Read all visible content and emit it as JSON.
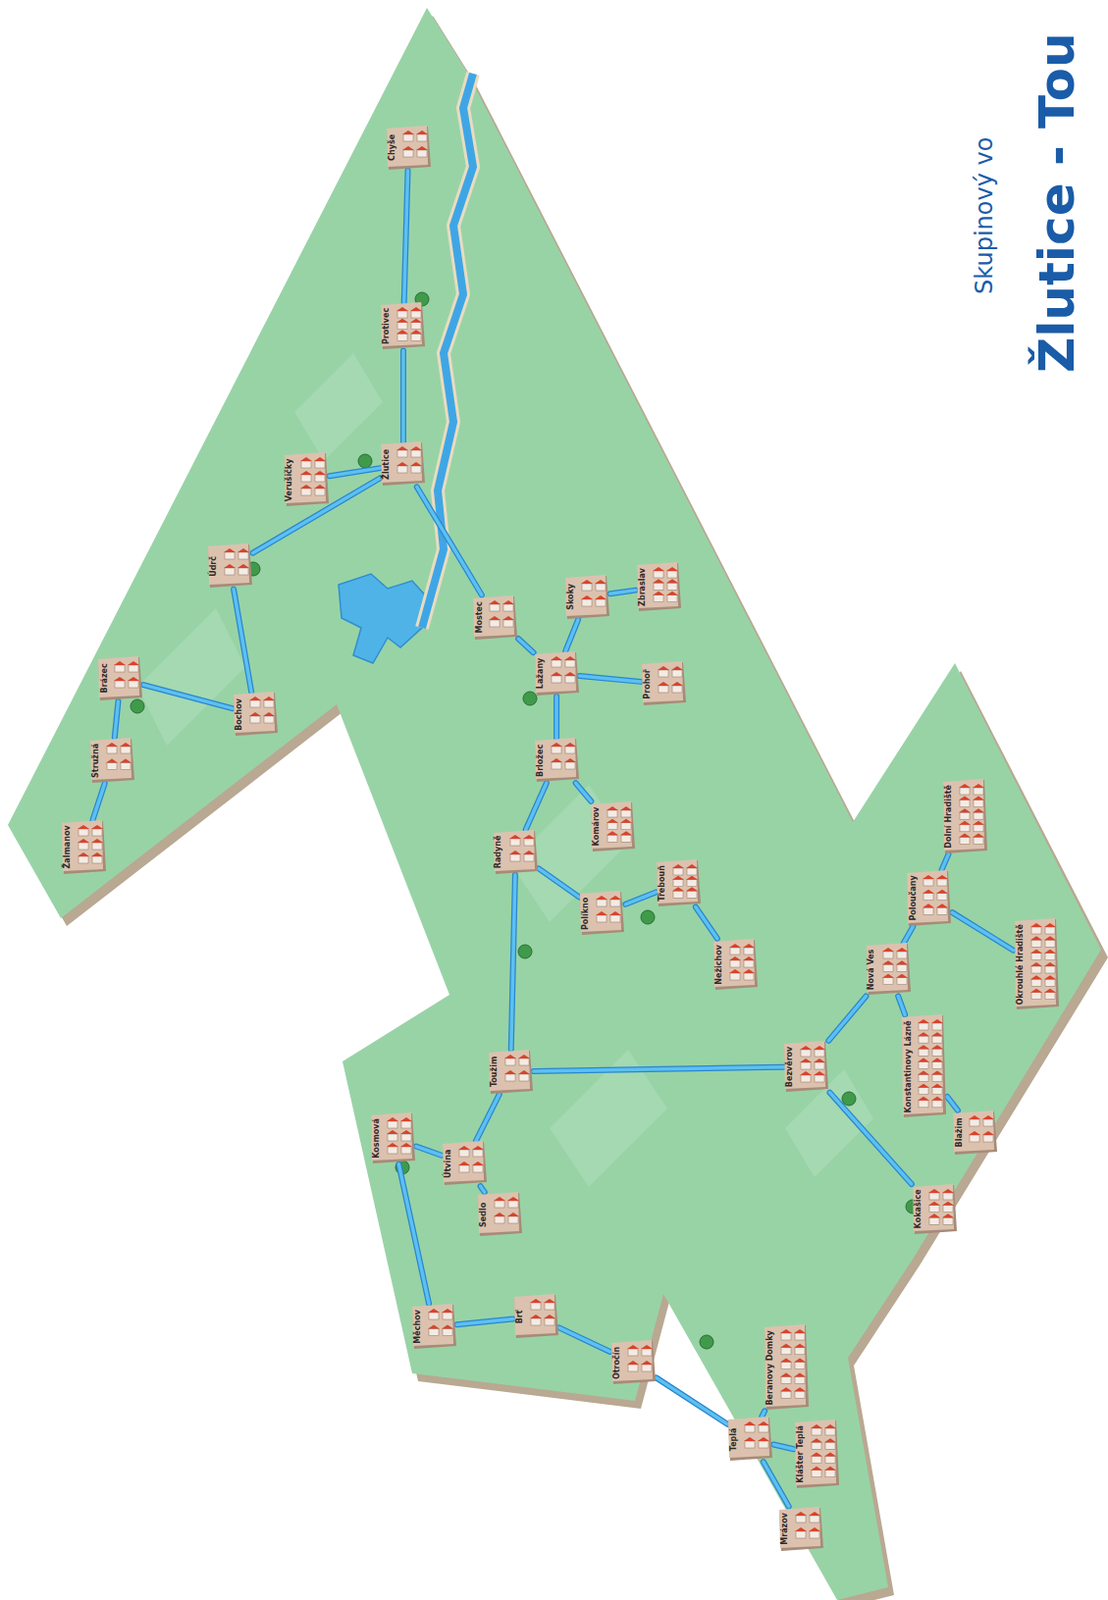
{
  "diagram": {
    "title": "Žlutice - Tou",
    "nodes": [
      {
        "text": [
          "Žalmanov"
        ]
      },
      {
        "text": [
          "Stružná"
        ]
      },
      {
        "text": [
          "Brázec"
        ]
      },
      {
        "text": [
          "Bochov"
        ]
      },
      {
        "text": [
          "Údrč"
        ]
      },
      {
        "text": [
          "Verušičky"
        ]
      },
      {
        "text": [
          "Žlutice"
        ]
      },
      {
        "text": [
          "Protivec"
        ]
      },
      {
        "text": [
          "Chyše"
        ]
      },
      {
        "text": [
          "Mostec"
        ]
      },
      {
        "text": [
          "Lažany"
        ]
      },
      {
        "text": [
          "Skoky"
        ]
      },
      {
        "text": [
          "Zbraslav"
        ]
      },
      {
        "text": [
          "Prohoř"
        ]
      },
      {
        "text": [
          "Brložec"
        ]
      },
      {
        "text": [
          "Radyně"
        ]
      },
      {
        "text": [
          "Komárov"
        ]
      },
      {
        "text": [
          "Políkno"
        ]
      },
      {
        "text": [
          "Třebouň"
        ]
      },
      {
        "text": [
          "Nežichov"
        ]
      },
      {
        "text": [
          "Toužim"
        ]
      },
      {
        "text": [
          "Kosmová"
        ]
      },
      {
        "text": [
          "Útvina"
        ]
      },
      {
        "text": [
          "Sedlo"
        ]
      },
      {
        "text": [
          "Měchov"
        ]
      },
      {
        "text": [
          "Brť"
        ]
      },
      {
        "text": [
          "Otročín"
        ]
      },
      {
        "text": [
          "Beranovy Domky"
        ]
      },
      {
        "text": [
          "Teplá"
        ]
      },
      {
        "text": [
          "Klášter Teplá"
        ]
      },
      {
        "text": [
          "Mrázov"
        ]
      },
      {
        "text": [
          "Bezvěrov"
        ]
      },
      {
        "text": [
          "Nová Ves"
        ]
      },
      {
        "text": [
          "Poloučany"
        ]
      },
      {
        "text": [
          "Dolní Hradiště"
        ]
      },
      {
        "text": [
          "Konstantinovy Lázně"
        ]
      },
      {
        "text": [
          "Blažim"
        ]
      },
      {
        "text": [
          "Okrouhlé Hradiště"
        ]
      },
      {
        "text": [
          "Kokašice"
        ]
      }
    ],
    "edges": [
      {
        "from": 6,
        "to": 5,
        "arrow": "none"
      },
      {
        "from": 6,
        "to": 7,
        "arrow": "none"
      },
      {
        "from": 7,
        "to": 8,
        "arrow": "none"
      },
      {
        "from": 6,
        "to": 4,
        "arrow": "none"
      },
      {
        "from": 4,
        "to": 3,
        "arrow": "none"
      },
      {
        "from": 3,
        "to": 2,
        "arrow": "none"
      },
      {
        "from": 2,
        "to": 1,
        "arrow": "none"
      },
      {
        "from": 1,
        "to": 0,
        "arrow": "none"
      },
      {
        "from": 6,
        "to": 9,
        "arrow": "none"
      },
      {
        "from": 9,
        "to": 10,
        "arrow": "none"
      },
      {
        "from": 10,
        "to": 11,
        "arrow": "none"
      },
      {
        "from": 11,
        "to": 12,
        "arrow": "none"
      },
      {
        "from": 10,
        "to": 13,
        "arrow": "none"
      },
      {
        "from": 10,
        "to": 14,
        "arrow": "none"
      },
      {
        "from": 14,
        "to": 15,
        "arrow": "none"
      },
      {
        "from": 14,
        "to": 16,
        "arrow": "none"
      },
      {
        "from": 15,
        "to": 20,
        "arrow": "none"
      },
      {
        "from": 15,
        "to": 17,
        "arrow": "none"
      },
      {
        "from": 17,
        "to": 18,
        "arrow": "none"
      },
      {
        "from": 18,
        "to": 19,
        "arrow": "none"
      },
      {
        "from": 20,
        "to": 22,
        "arrow": "none"
      },
      {
        "from": 22,
        "to": 21,
        "arrow": "none"
      },
      {
        "from": 22,
        "to": 23,
        "arrow": "none"
      },
      {
        "from": 21,
        "to": 24,
        "arrow": "none"
      },
      {
        "from": 24,
        "to": 25,
        "arrow": "none"
      },
      {
        "from": 25,
        "to": 26,
        "arrow": "none"
      },
      {
        "from": 26,
        "to": 28,
        "arrow": "none"
      },
      {
        "from": 28,
        "to": 27,
        "arrow": "none"
      },
      {
        "from": 28,
        "to": 29,
        "arrow": "none"
      },
      {
        "from": 28,
        "to": 30,
        "arrow": "none"
      },
      {
        "from": 20,
        "to": 31,
        "arrow": "none"
      },
      {
        "from": 31,
        "to": 32,
        "arrow": "none"
      },
      {
        "from": 31,
        "to": 38,
        "arrow": "none"
      },
      {
        "from": 32,
        "to": 33,
        "arrow": "none"
      },
      {
        "from": 33,
        "to": 34,
        "arrow": "none"
      },
      {
        "from": 32,
        "to": 35,
        "arrow": "none"
      },
      {
        "from": 35,
        "to": 36,
        "arrow": "none"
      },
      {
        "from": 33,
        "to": 37,
        "arrow": "none"
      }
    ],
    "labels": [
      "Skupinový vo"
    ]
  }
}
